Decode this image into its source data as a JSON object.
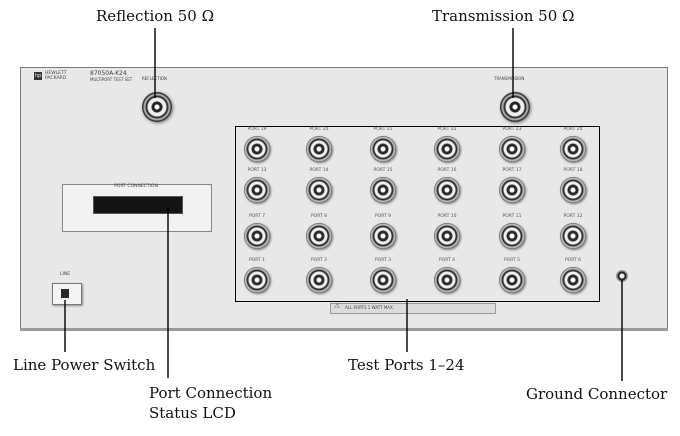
{
  "callouts": {
    "reflection": "Reflection 50 Ω",
    "transmission": "Transmission 50 Ω",
    "line_power": "Line Power Switch",
    "lcd_line1": "Port Connection",
    "lcd_line2": "Status LCD",
    "test_ports": "Test Ports 1–24",
    "ground": "Ground Connector"
  },
  "panel": {
    "brand_line1": "HEWLETT",
    "brand_line2": "PACKARD",
    "model": "87050A-K24",
    "model_desc": "MULTIPORT TEST SET",
    "reflection_plate": "REFLECTION",
    "transmission_plate": "TRANSMISSION",
    "port_connection_label": "PORT CONNECTION",
    "line_label": "LINE",
    "warning": "ALL PORTS 1 WATT MAX"
  },
  "test_ports": {
    "rows": [
      [
        "PORT 19",
        "PORT 20",
        "PORT 21",
        "PORT 22",
        "PORT 23",
        "PORT 24"
      ],
      [
        "PORT 13",
        "PORT 14",
        "PORT 15",
        "PORT 16",
        "PORT 17",
        "PORT 18"
      ],
      [
        "PORT 7",
        "PORT 8",
        "PORT 9",
        "PORT 10",
        "PORT 11",
        "PORT 12"
      ],
      [
        "PORT 1",
        "PORT 2",
        "PORT 3",
        "PORT 4",
        "PORT 5",
        "PORT 6"
      ]
    ]
  }
}
